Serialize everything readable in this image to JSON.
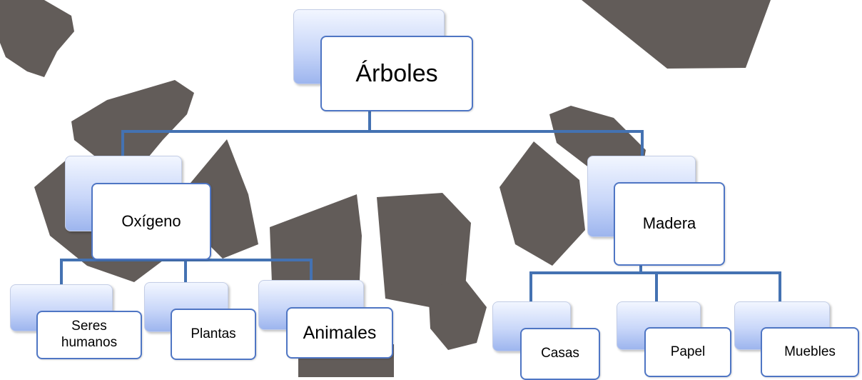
{
  "colors": {
    "connector": "#4472b2",
    "node_border": "#4f76c4",
    "background_shape": "#625c59"
  },
  "background": {
    "icon": "recycle-symbol-icon"
  },
  "diagram": {
    "root": {
      "label": "Árboles"
    },
    "branches": [
      {
        "label": "Oxígeno",
        "children": [
          {
            "label": "Seres humanos"
          },
          {
            "label": "Plantas"
          },
          {
            "label": "Animales"
          }
        ]
      },
      {
        "label": "Madera",
        "children": [
          {
            "label": "Casas"
          },
          {
            "label": "Papel"
          },
          {
            "label": "Muebles"
          }
        ]
      }
    ]
  }
}
